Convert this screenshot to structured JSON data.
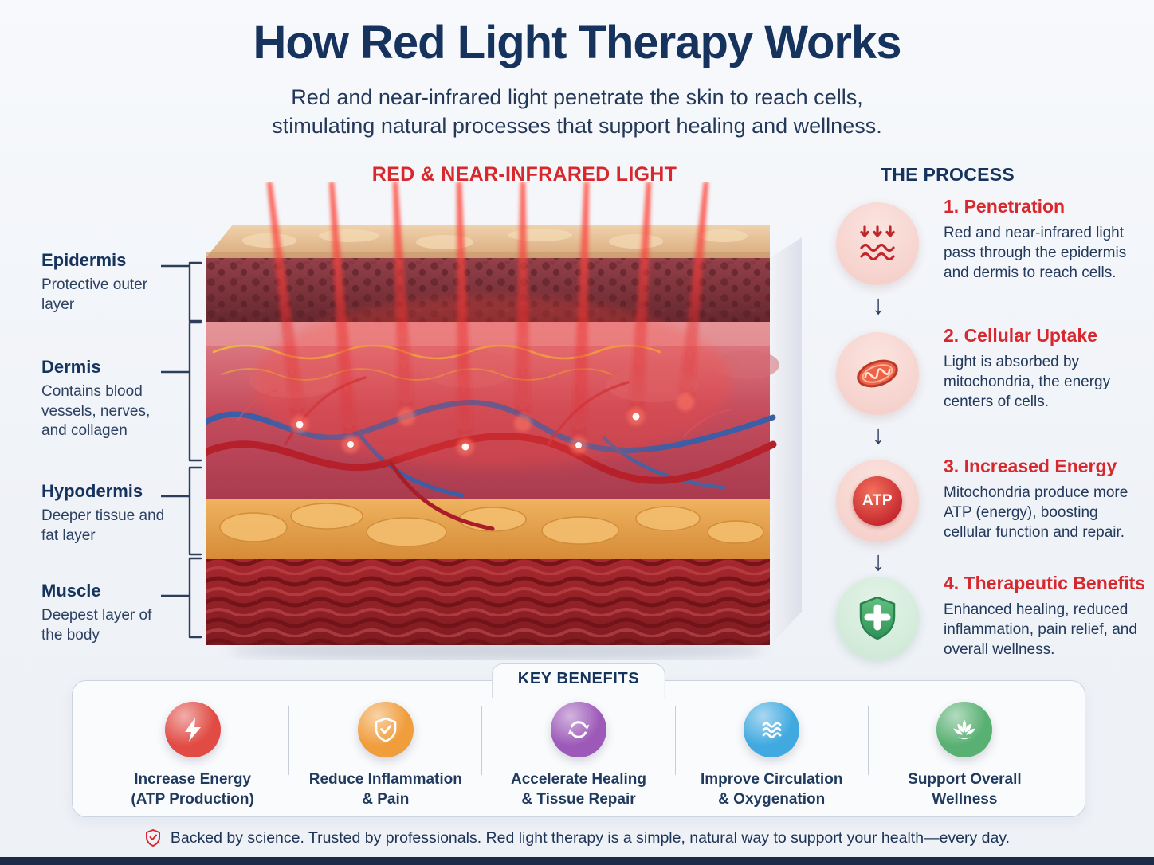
{
  "header": {
    "title": "How Red Light Therapy Works",
    "subtitle": "Red and near-infrared light penetrate the skin to reach cells,\nstimulating natural processes that support healing and wellness."
  },
  "illustration": {
    "light_label": "RED & NEAR-INFRARED LIGHT",
    "layers": [
      {
        "name": "Epidermis",
        "description": "Protective outer layer"
      },
      {
        "name": "Dermis",
        "description": "Contains blood vessels, nerves, and collagen"
      },
      {
        "name": "Hypodermis",
        "description": "Deeper tissue and fat layer"
      },
      {
        "name": "Muscle",
        "description": "Deepest layer of the body"
      }
    ]
  },
  "process": {
    "heading": "THE PROCESS",
    "steps": [
      {
        "title": "1. Penetration",
        "description": "Red and near-infrared light pass through the epidermis and dermis to reach cells."
      },
      {
        "title": "2. Cellular Uptake",
        "description": "Light is absorbed by mitochondria, the energy centers of cells."
      },
      {
        "title": "3. Increased Energy",
        "description": "Mitochondria produce more ATP (energy), boosting cellular function and repair.",
        "icon_label": "ATP"
      },
      {
        "title": "4. Therapeutic Benefits",
        "description": "Enhanced healing, reduced inflammation, pain relief, and overall wellness."
      }
    ]
  },
  "benefits": {
    "heading": "KEY BENEFITS",
    "items": [
      {
        "label": "Increase Energy\n(ATP Production)",
        "icon": "lightning-bolt-icon",
        "color": "#e14b44"
      },
      {
        "label": "Reduce Inflammation\n& Pain",
        "icon": "shield-check-icon",
        "color": "#f09d3c"
      },
      {
        "label": "Accelerate Healing\n& Tissue Repair",
        "icon": "cycle-arrows-icon",
        "color": "#9c59b8"
      },
      {
        "label": "Improve Circulation\n& Oxygenation",
        "icon": "waves-icon",
        "color": "#3fa9e0"
      },
      {
        "label": "Support Overall\nWellness",
        "icon": "lotus-icon",
        "color": "#58b072"
      }
    ]
  },
  "footer": {
    "text": "Backed by science. Trusted by professionals. Red light therapy is a simple, natural way to support your health—every day."
  },
  "colors": {
    "accent_red": "#d7282d",
    "navy_text": "#16335e",
    "background": "#eff2f7"
  }
}
